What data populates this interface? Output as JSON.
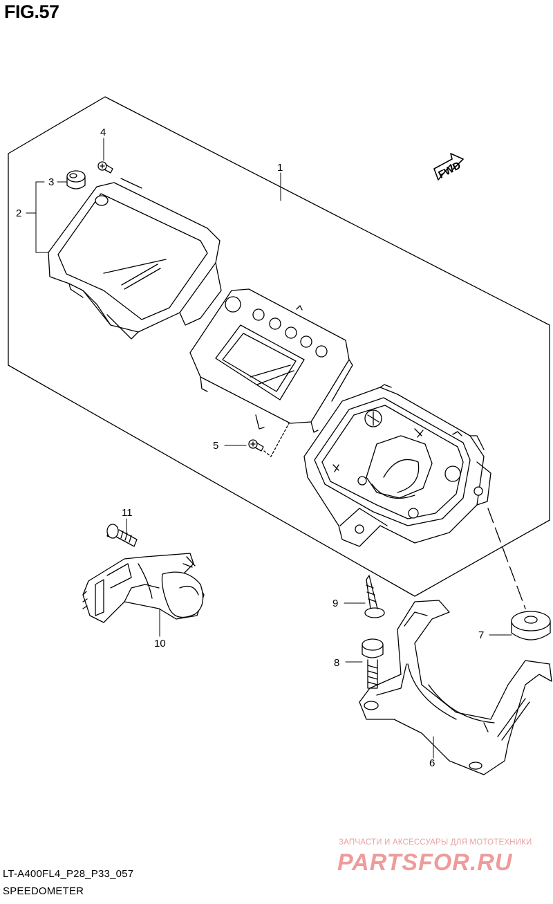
{
  "figure": {
    "title": "FIG.57"
  },
  "footer": {
    "code": "LT-A400FL4_P28_P33_057",
    "caption": "SPEEDOMETER"
  },
  "direction_label": "FWD",
  "callouts": [
    "1",
    "2",
    "3",
    "4",
    "5",
    "6",
    "7",
    "8",
    "9",
    "10",
    "11"
  ],
  "watermark": {
    "tagline": "ЗАПЧАСТИ И АКСЕССУАРЫ ДЛЯ МОТОТЕХНИКИ",
    "logo": "PARTSFOR.RU"
  },
  "colors": {
    "line": "#000000",
    "background": "#ffffff",
    "watermark": "#ef9b9b"
  }
}
